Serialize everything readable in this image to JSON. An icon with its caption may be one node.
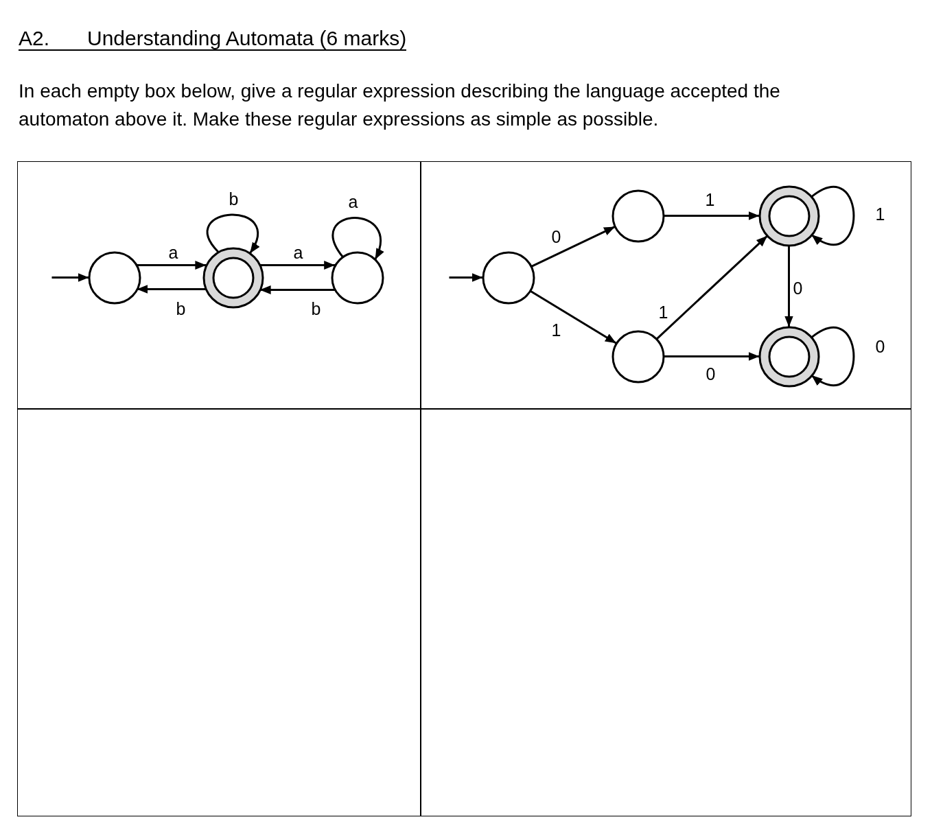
{
  "diagram": {
    "title": "Understanding Automata (6 marks)",
    "nodes": [
      {
        "text": [],
        "shape": "box"
      },
      {
        "text": [],
        "shape": "circle",
        "in": 0
      },
      {
        "text": [],
        "shape": "doublecircle",
        "in": 0
      },
      {
        "text": [],
        "shape": "circle",
        "in": 0
      },
      {
        "text": [],
        "shape": "box"
      },
      {
        "text": [],
        "shape": "circle",
        "in": 4
      },
      {
        "text": [],
        "shape": "circle",
        "in": 4
      },
      {
        "text": [],
        "shape": "circle",
        "in": 4
      },
      {
        "text": [],
        "shape": "doublecircle",
        "in": 4
      },
      {
        "text": [],
        "shape": "doublecircle",
        "in": 4
      },
      {
        "text": [],
        "shape": "box"
      },
      {
        "text": [],
        "shape": "box"
      }
    ],
    "edges": [
      {
        "from": null,
        "to": 1,
        "arrow": "to"
      },
      {
        "from": 1,
        "to": 2,
        "arrow": "to",
        "label": "a"
      },
      {
        "from": 2,
        "to": 1,
        "arrow": "to",
        "label": "b"
      },
      {
        "from": 2,
        "to": 2,
        "arrow": "to",
        "label": "b"
      },
      {
        "from": 2,
        "to": 3,
        "arrow": "to",
        "label": "a"
      },
      {
        "from": 3,
        "to": 2,
        "arrow": "to",
        "label": "b"
      },
      {
        "from": 3,
        "to": 3,
        "arrow": "to",
        "label": "a"
      },
      {
        "from": null,
        "to": 5,
        "arrow": "to"
      },
      {
        "from": 5,
        "to": 6,
        "arrow": "to",
        "label": "0"
      },
      {
        "from": 5,
        "to": 7,
        "arrow": "to",
        "label": "1"
      },
      {
        "from": 6,
        "to": 8,
        "arrow": "to",
        "label": "1"
      },
      {
        "from": 8,
        "to": 8,
        "arrow": "to",
        "label": "1"
      },
      {
        "from": 7,
        "to": 8,
        "arrow": "to",
        "label": "1"
      },
      {
        "from": 8,
        "to": 9,
        "arrow": "to",
        "label": "0"
      },
      {
        "from": 7,
        "to": 9,
        "arrow": "to",
        "label": "0"
      },
      {
        "from": 9,
        "to": 9,
        "arrow": "to",
        "label": "0"
      }
    ],
    "labels": [
      "A2.",
      "In each empty box below, give a regular expression describing the language accepted the automaton above it. Make these regular expressions as simple as possible."
    ]
  }
}
